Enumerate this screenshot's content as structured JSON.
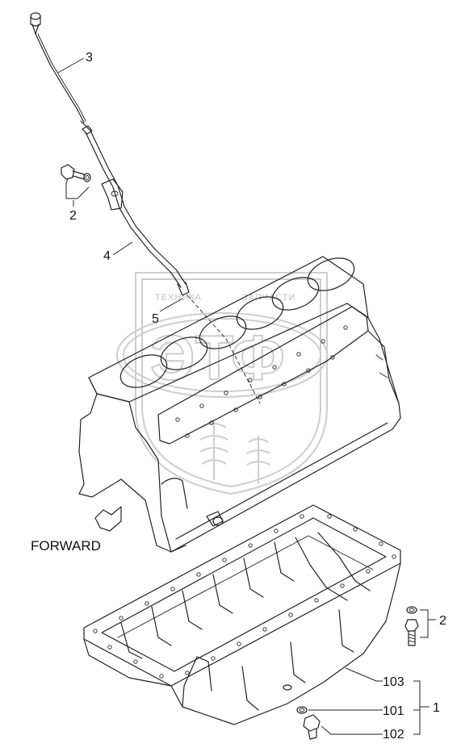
{
  "diagram": {
    "direction_label": "FORWARD",
    "callouts": {
      "dipstick": "3",
      "bolt_top": "2",
      "dipstick_tube": "4",
      "seal": "5",
      "bolt_right": "2",
      "oil_pan": "103",
      "drain_seal": "101",
      "drain_plug": "102",
      "assembly": "1"
    },
    "watermark": {
      "logo_text": "ЭТФ",
      "left_text": "ТЕХНИКА",
      "right_text": "ЗАПЧАСТИ"
    }
  }
}
